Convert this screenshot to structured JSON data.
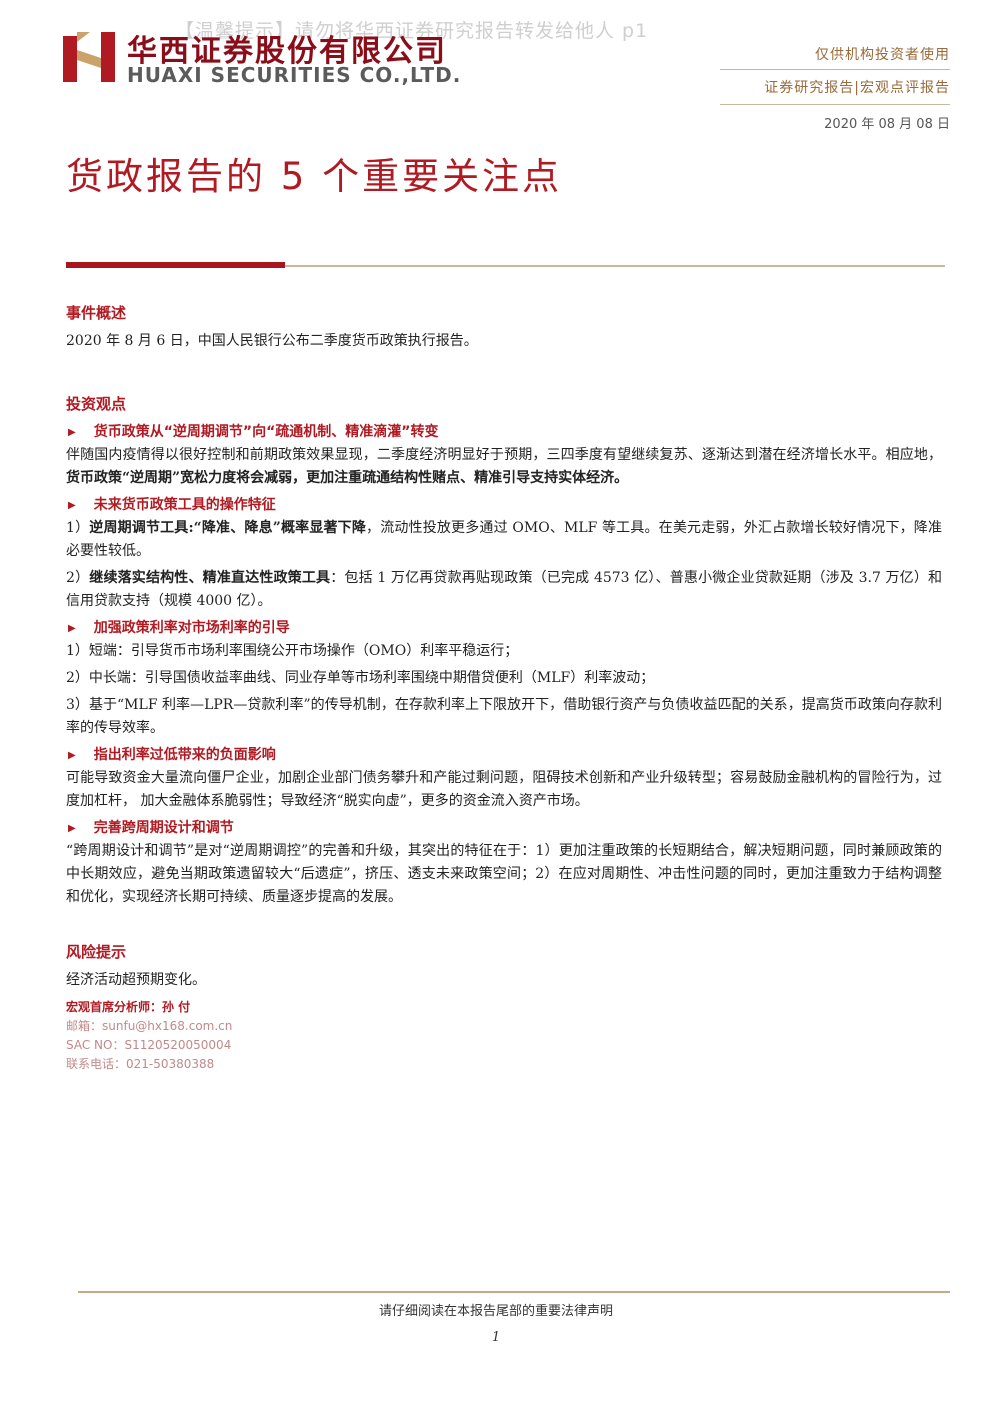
{
  "header": {
    "watermark": "【温馨提示】请勿将华西证券研究报告转发给他人 p1",
    "company_cn": "华西证券股份有限公司",
    "company_en": "HUAXI SECURITIES CO.,LTD.",
    "audience": "仅供机构投资者使用",
    "report_type": "证券研究报告|宏观点评报告",
    "date": "2020 年 08 月 08 日"
  },
  "title": "货政报告的 5 个重要关注点",
  "sections": {
    "event": {
      "heading": "事件概述",
      "text": "2020 年 8 月 6 日，中国人民银行公布二季度货币政策执行报告。"
    },
    "views": {
      "heading": "投资观点",
      "b1": {
        "title": "货币政策从“逆周期调节”向“疏通机制、精准滴灌”转变",
        "p_normal": "伴随国内疫情得以很好控制和前期政策效果显现，二季度经济明显好于预期，三四季度有望继续复苏、逐渐达到潜在经济增长水平。相应地，",
        "p_bold": "货币政策“逆周期”宽松力度将会减弱，更加注重疏通结构性赌点、精准引导支持实体经济。"
      },
      "b2": {
        "title": "未来货币政策工具的操作特征",
        "p1_lead": "1）",
        "p1_bold": "逆周期调节工具:“降准、降息”概率显著下降",
        "p1_rest": "，流动性投放更多通过 OMO、MLF 等工具。在美元走弱，外汇占款增长较好情况下，降准必要性较低。",
        "p2_lead": "2）",
        "p2_bold": "继续落实结构性、精准直达性政策工具",
        "p2_rest": "：包括 1 万亿再贷款再贴现政策（已完成 4573 亿）、普惠小微企业贷款延期（涉及 3.7 万亿）和信用贷款支持（规模 4000 亿）。"
      },
      "b3": {
        "title": "加强政策利率对市场利率的引导",
        "p1": "1）短端：引导货币市场利率围绕公开市场操作（OMO）利率平稳运行；",
        "p2": "2）中长端：引导国债收益率曲线、同业存单等市场利率围绕中期借贷便利（MLF）利率波动；",
        "p3": "3）基于“MLF 利率—LPR—贷款利率”的传导机制，在存款利率上下限放开下，借助银行资产与负债收益匹配的关系，提高货币政策向存款利率的传导效率。"
      },
      "b4": {
        "title": "指出利率过低带来的负面影响",
        "p": "可能导致资金大量流向僵尸企业，加剧企业部门债务攀升和产能过剩问题，阻碍技术创新和产业升级转型；容易鼓励金融机构的冒险行为，过度加杠杆， 加大金融体系脆弱性；导致经济“脱实向虚”，更多的资金流入资产市场。"
      },
      "b5": {
        "title": "完善跨周期设计和调节",
        "p": "“跨周期设计和调节”是对“逆周期调控”的完善和升级，其突出的特征在于：1）更加注重政策的长短期结合，解决短期问题，同时兼顾政策的中长期效应，避免当期政策遗留较大“后遗症”，挤压、透支未来政策空间；2）在应对周期性、冲击性问题的同时，更加注重致力于结构调整和优化，实现经济长期可持续、质量逐步提高的发展。"
      }
    },
    "risk": {
      "heading": "风险提示",
      "text": "经济活动超预期变化。"
    }
  },
  "analyst": {
    "name_line": "宏观首席分析师：孙 付",
    "email": "邮箱：sunfu@hx168.com.cn",
    "sac": "SAC NO：S1120520050004",
    "phone": "联系电话：021-50380388"
  },
  "footer": {
    "disclaimer": "请仔细阅读在本报告尾部的重要法律声明",
    "page": "1"
  },
  "colors": {
    "brand_red": "#b01a22",
    "accent_tan": "#c7b99c"
  }
}
